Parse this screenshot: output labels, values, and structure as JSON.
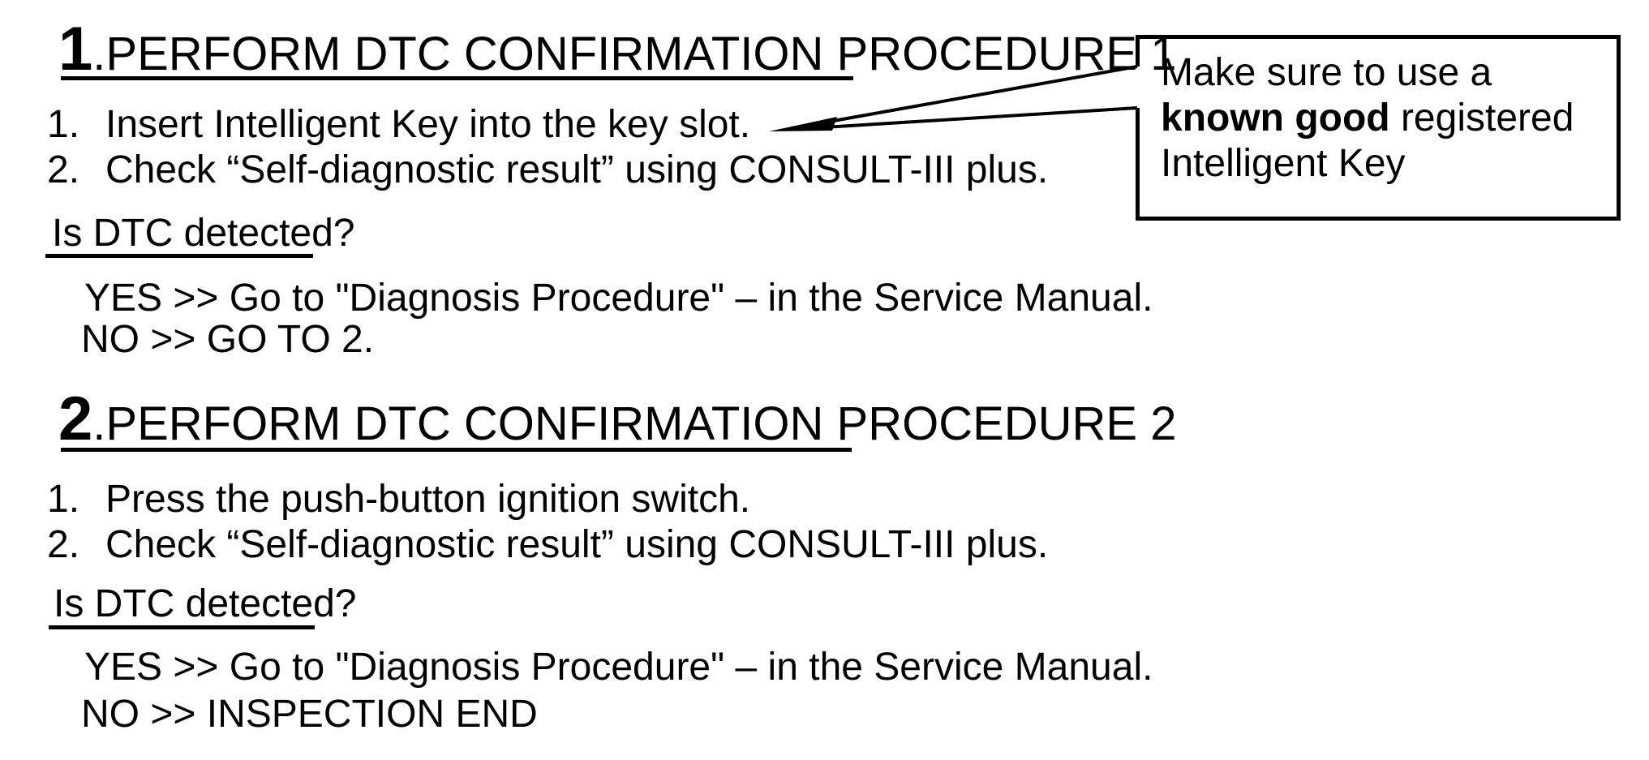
{
  "page": {
    "background": "#ffffff",
    "text_color": "#000000"
  },
  "callout": {
    "line1": "Make sure to use a",
    "line2_bold": "known good",
    "line2_rest": " registered",
    "line3": "Intelligent Key"
  },
  "sections": [
    {
      "number": "1",
      "separator": ".",
      "title": "PERFORM DTC CONFIRMATION PROCEDURE 1",
      "steps": [
        {
          "num": "1.",
          "text": "Insert Intelligent Key into the key slot."
        },
        {
          "num": "2.",
          "text": "Check “Self-diagnostic result” using CONSULT-III plus."
        }
      ],
      "question": "Is DTC detected?",
      "answers": [
        "YES >> Go to \"Diagnosis Procedure\" – in the Service Manual.",
        "NO >> GO TO 2."
      ]
    },
    {
      "number": "2",
      "separator": ".",
      "title": "PERFORM DTC CONFIRMATION PROCEDURE 2",
      "steps": [
        {
          "num": "1.",
          "text": "Press the push-button ignition switch."
        },
        {
          "num": "2.",
          "text": "Check “Self-diagnostic result” using CONSULT-III plus."
        }
      ],
      "question": "Is DTC detected?",
      "answers": [
        "YES >> Go to \"Diagnosis Procedure\" – in the Service Manual.",
        "NO >> INSPECTION END"
      ]
    }
  ]
}
